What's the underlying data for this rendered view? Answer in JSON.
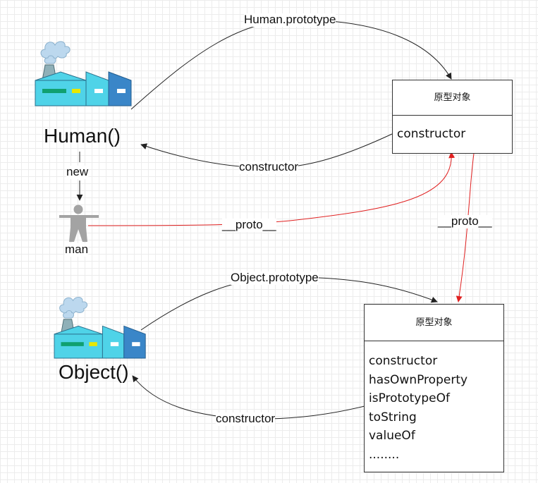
{
  "labels": {
    "human_ctor": "Human()",
    "object_ctor": "Object()",
    "new": "new",
    "man": "man",
    "human_prototype": "Human.prototype",
    "object_prototype": "Object.prototype",
    "constructor_top": "constructor",
    "constructor_bottom": "constructor",
    "proto_man": "__proto__",
    "proto_box": "__proto__"
  },
  "human_proto_box": {
    "title": "原型对象",
    "rows": [
      "constructor"
    ]
  },
  "object_proto_box": {
    "title": "原型对象",
    "rows": [
      "constructor",
      "hasOwnProperty",
      "isPrototypeOf",
      "toString",
      "valueOf",
      "........"
    ]
  },
  "colors": {
    "edge": "#222222",
    "proto_edge": "#e02020",
    "factory_light": "#4fd3e8",
    "factory_dark": "#3a86c8",
    "chimney": "#8fb0b8",
    "smoke": "#bcd8ee",
    "person": "#a3a3a3"
  },
  "icons": [
    "factory-icon",
    "person-icon"
  ]
}
